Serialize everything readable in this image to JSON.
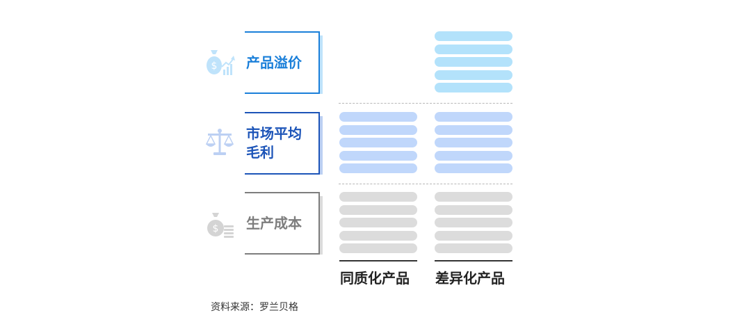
{
  "rows": [
    {
      "label": "产品溢价",
      "icon": "money-bag-growth-icon",
      "color": "#1a7fd9"
    },
    {
      "label": "市场平均\n毛利",
      "label_line1": "市场平均",
      "label_line2": "毛利",
      "icon": "balance-scale-icon",
      "color": "#1c54b8"
    },
    {
      "label": "生产成本",
      "icon": "money-bag-coins-icon",
      "color": "#7d7d7d"
    }
  ],
  "columns": [
    {
      "label": "同质化产品"
    },
    {
      "label": "差异化产品"
    }
  ],
  "source": "资料来源：罗兰贝格",
  "colors": {
    "premium_bar": "#b3e2fb",
    "margin_bar": "#c0d7fb",
    "cost_bar": "#dcdcdc"
  },
  "matrix": {
    "homogeneous": {
      "premium": false,
      "margin": true,
      "cost": true
    },
    "differentiated": {
      "premium": true,
      "margin": true,
      "cost": true
    }
  }
}
